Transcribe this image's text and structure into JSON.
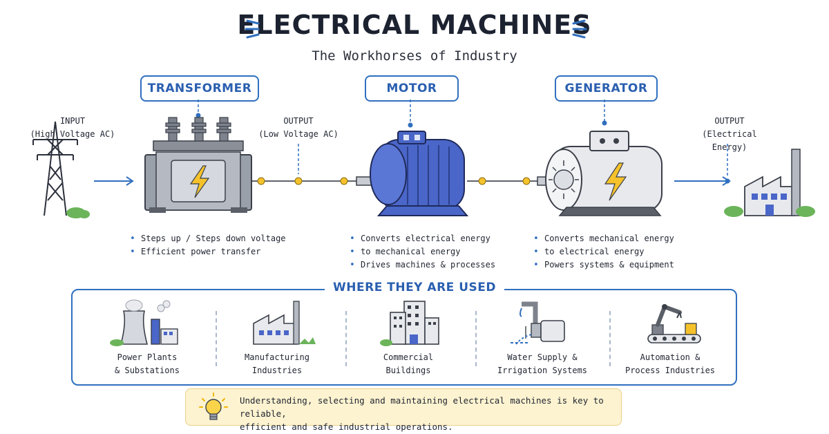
{
  "header": {
    "title": "ELECTRICAL MACHINES",
    "subtitle": "The Workhorses of Industry"
  },
  "flow": {
    "input": {
      "line1": "INPUT",
      "line2": "(High Voltage AC)"
    },
    "output_mid": {
      "line1": "OUTPUT",
      "line2": "(Low Voltage AC)"
    },
    "output_end": {
      "line1": "OUTPUT",
      "line2": "(Electrical Energy)"
    }
  },
  "machines": [
    {
      "label": "TRANSFORMER",
      "bullets": [
        "Steps up / Steps down voltage",
        "Efficient power transfer"
      ]
    },
    {
      "label": "MOTOR",
      "bullets": [
        "Converts electrical energy",
        "to mechanical energy",
        "Drives machines & processes"
      ]
    },
    {
      "label": "GENERATOR",
      "bullets": [
        "Converts mechanical energy",
        "to electrical energy",
        "Powers systems & equipment"
      ]
    }
  ],
  "uses": {
    "title": "WHERE THEY ARE USED",
    "items": [
      {
        "line1": "Power Plants",
        "line2": "& Substations",
        "icon": "power-plant-icon"
      },
      {
        "line1": "Manufacturing",
        "line2": "Industries",
        "icon": "factory-icon"
      },
      {
        "line1": "Commercial",
        "line2": "Buildings",
        "icon": "buildings-icon"
      },
      {
        "line1": "Water Supply &",
        "line2": "Irrigation Systems",
        "icon": "water-pump-icon"
      },
      {
        "line1": "Automation &",
        "line2": "Process Industries",
        "icon": "robot-arm-icon"
      }
    ]
  },
  "note": {
    "line1": "Understanding, selecting and maintaining electrical machines is key to reliable,",
    "line2": "efficient and safe industrial operations."
  },
  "colors": {
    "accent": "#2f6fbf",
    "motor_blue": "#4a66c8",
    "bolt_yellow": "#f5c22b",
    "note_bg": "#fdf3d0",
    "plant_green": "#6bb45a"
  }
}
